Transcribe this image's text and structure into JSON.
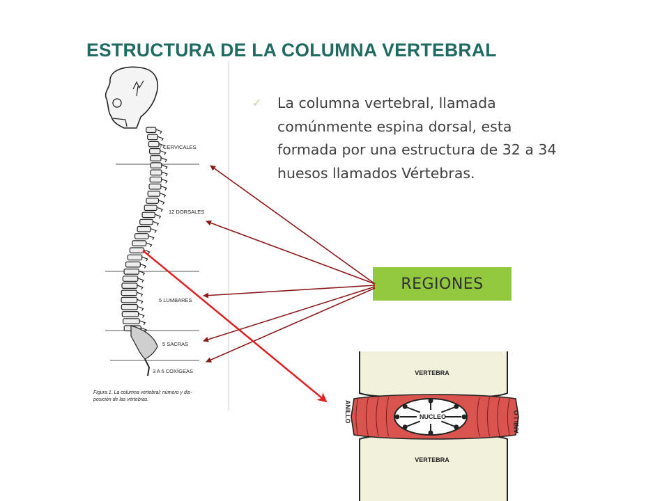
{
  "slide": {
    "title": "ESTRUCTURA DE LA COLUMNA VERTEBRAL",
    "bullet_text": "La columna vertebral, llamada comúnmente espina dorsal, esta formada por una estructura de 32 a 34 huesos llamados Vértebras.",
    "bullet_icon": "checkmark-icon",
    "regiones_label": "REGIONES",
    "colors": {
      "title": "#1f6b62",
      "regiones_bg": "#92c83e",
      "arrows": "#8b1a1a",
      "red_arrow": "#e02020",
      "disc_ring": "#d9534f"
    }
  },
  "spine_figure": {
    "region_labels": [
      "7 CERVICALES",
      "12 DORSALES",
      "5 LUMBARES",
      "5 SACRAS",
      "3 A 5 COXÍGEAS"
    ],
    "caption_line1": "Figura 1. La columna vertebral; número y dis-",
    "caption_line2": "posición de las vértebras."
  },
  "disc_figure": {
    "vertebra_top": "VERTEBRA",
    "vertebra_bottom": "VERTEBRA",
    "nucleus": "NUCLEO",
    "ring_left": "ANILLO",
    "ring_right": "ANILLO"
  }
}
